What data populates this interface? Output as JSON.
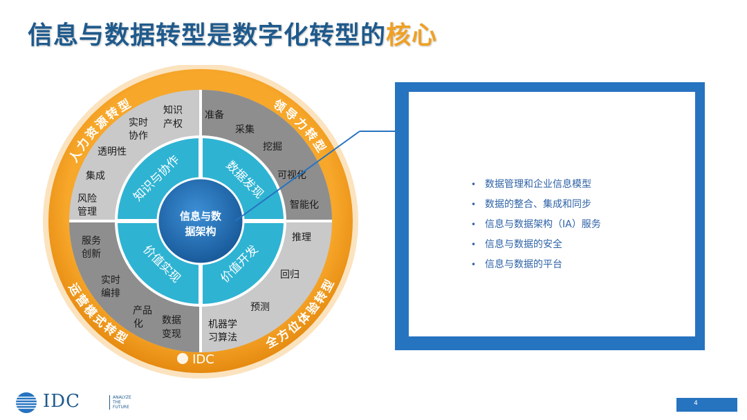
{
  "slide": {
    "title": "信息与数据转型是数字化转型的",
    "title_accent": "核心",
    "page_number": "4"
  },
  "wheel": {
    "center": [
      "信息与数",
      "据架构"
    ],
    "quadrants": [
      "知识与协作",
      "数据发现",
      "价值实现",
      "价值开发"
    ],
    "outer_ring": [
      "人力资源转型",
      "领导力转型",
      "运营模式转型",
      "全方位体验转型"
    ],
    "items": {
      "top_left": [
        "知识",
        "产权",
        "实时",
        "协作",
        "透明性",
        "集成",
        "风险",
        "管理"
      ],
      "top_right": [
        "准备",
        "采集",
        "挖掘",
        "可视化",
        "智能化"
      ],
      "bottom_left": [
        "服务",
        "创新",
        "实时",
        "编排",
        "产品",
        "化",
        "数据",
        "变现"
      ],
      "bottom_right": [
        "推理",
        "回归",
        "预测",
        "机器学",
        "习算法"
      ]
    },
    "watermark": "IDC"
  },
  "panel": {
    "bullets": [
      "数据管理和企业信息模型",
      "数据的整合、集成和同步",
      "信息与数据架构（IA）服务",
      "信息与数据的安全",
      "信息与数据的平台"
    ]
  },
  "footer": {
    "logo": "IDC",
    "tagline": [
      "ANALYZE",
      "THE",
      "FUTURE"
    ]
  },
  "colors": {
    "title": "#1f5a8c",
    "accent": "#f0a023",
    "panel_border": "#2673c0",
    "center_blue": "#1f6fb5",
    "quadrant_cyan": "#2fb3d3",
    "segment_dark": "#8f8f8f",
    "segment_light": "#c8c8c8",
    "ring_orange": "#f39a1e"
  }
}
